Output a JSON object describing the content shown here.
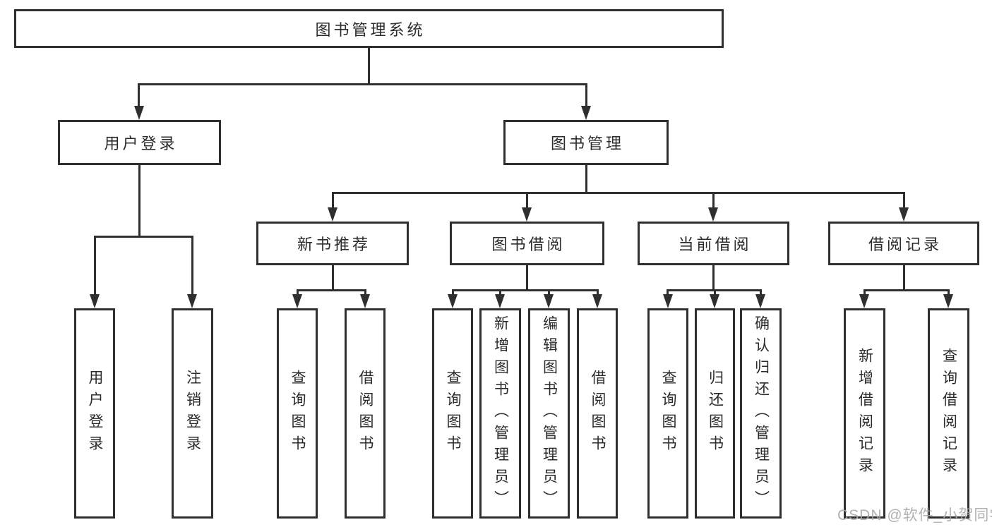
{
  "diagram": {
    "root": {
      "label": "图书管理系统"
    },
    "level2": [
      {
        "label": "用户登录",
        "children": [
          {
            "label": "用户登录"
          },
          {
            "label": "注销登录"
          }
        ]
      },
      {
        "label": "图书管理",
        "children": [
          {
            "label": "新书推荐",
            "children": [
              {
                "label": "查询图书"
              },
              {
                "label": "借阅图书"
              }
            ]
          },
          {
            "label": "图书借阅",
            "children": [
              {
                "label": "查询图书"
              },
              {
                "label": "新增图书（管理员）"
              },
              {
                "label": "编辑图书（管理员）"
              },
              {
                "label": "借阅图书"
              }
            ]
          },
          {
            "label": "当前借阅",
            "children": [
              {
                "label": "查询图书"
              },
              {
                "label": "归还图书"
              },
              {
                "label": "确认归还（管理员）"
              }
            ]
          },
          {
            "label": "借阅记录",
            "children": [
              {
                "label": "新增借阅记录"
              },
              {
                "label": "查询借阅记录"
              }
            ]
          }
        ]
      }
    ]
  },
  "watermark": {
    "text": "CSDN @软件_小贺同学"
  },
  "colors": {
    "line": "#2f2f2f",
    "text": "#2b2b2b",
    "background": "#ffffff",
    "watermark": "#a9a9a9"
  }
}
